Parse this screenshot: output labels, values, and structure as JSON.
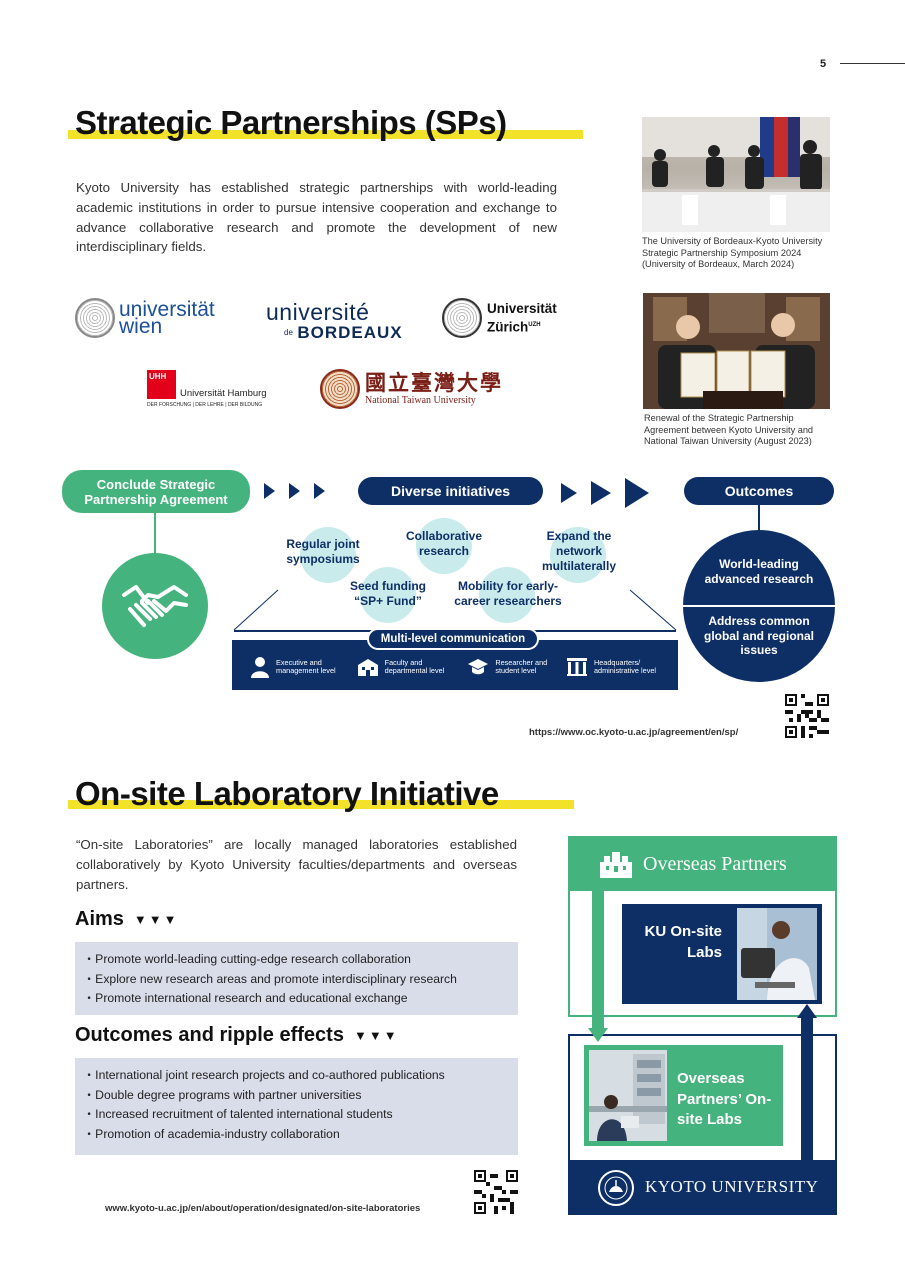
{
  "page_number": "5",
  "sp": {
    "title": "Strategic Partnerships (SPs)",
    "intro": "Kyoto University has established strategic partnerships with world-leading academic institutions in order to pursue intensive cooperation and exchange to advance collaborative research and promote the development of new interdisciplinary fields.",
    "photo1_caption": "The University of Bordeaux-Kyoto University Strategic Partnership Symposium 2024 (University of Bordeaux, March 2024)",
    "photo2_caption": "Renewal of the Strategic Partnership Agreement between Kyoto University and National Taiwan University (August 2023)",
    "logos": {
      "wien_top": "universität",
      "wien_bottom": "wien",
      "bordeaux_top": "université",
      "bordeaux_de": "de",
      "bordeaux_bottom": "BORDEAUX",
      "zurich_top": "Universität",
      "zurich_bottom": "Zürich",
      "zurich_sup": "UZH",
      "hamburg_mark": "UHH",
      "hamburg_name": "Universität Hamburg",
      "hamburg_tagline": "DER FORSCHUNG | DER LEHRE | DER BILDUNG",
      "ntu_chinese": "國立臺灣大學",
      "ntu_english": "National Taiwan University"
    },
    "flow": {
      "conclude": "Conclude Strategic Partnership Agreement",
      "diverse": "Diverse initiatives",
      "outcomes": "Outcomes",
      "bubbles": {
        "regular": "Regular joint symposiums",
        "collab": "Collaborative research",
        "expand": "Expand the network multilaterally",
        "seed": "Seed funding “SP+ Fund”",
        "mobility": "Mobility for early-career researchers"
      },
      "outcome_1": "World-leading advanced research",
      "outcome_2": "Address common global and regional issues",
      "multilevel": "Multi-level communication",
      "levels": [
        {
          "label": "Executive and management level",
          "icon": "person-icon"
        },
        {
          "label": "Faculty and departmental level",
          "icon": "building-icon"
        },
        {
          "label": "Researcher and student level",
          "icon": "graduation-cap-icon"
        },
        {
          "label": "Headquarters/ administrative level",
          "icon": "columns-icon"
        }
      ]
    },
    "url": "https://www.oc.kyoto-u.ac.jp/agreement/en/sp/"
  },
  "osl": {
    "title": "On-site Laboratory Initiative",
    "intro": "“On-site Laboratories” are locally managed laboratories established collaboratively by Kyoto University faculties/departments and overseas partners.",
    "aims_heading": "Aims",
    "aims": [
      "・Promote world-leading cutting-edge research collaboration",
      "・Explore new research areas and promote interdisciplinary research",
      "・Promote international research and educational exchange"
    ],
    "outcomes_heading": "Outcomes and ripple effects",
    "outcomes": [
      "・International joint research projects and co-authored publications",
      "・Double degree programs with partner universities",
      "・Increased recruitment of talented international students",
      "・Promotion of academia-industry collaboration"
    ],
    "diagram": {
      "overseas_partners": "Overseas Partners",
      "ku_labs": "KU On-site Labs",
      "partner_labs": "Overseas Partners’ On-site Labs",
      "kyoto": "KYOTO UNIVERSITY"
    },
    "url": "www.kyoto-u.ac.jp/en/about/operation/designated/on-site-laboratories"
  }
}
